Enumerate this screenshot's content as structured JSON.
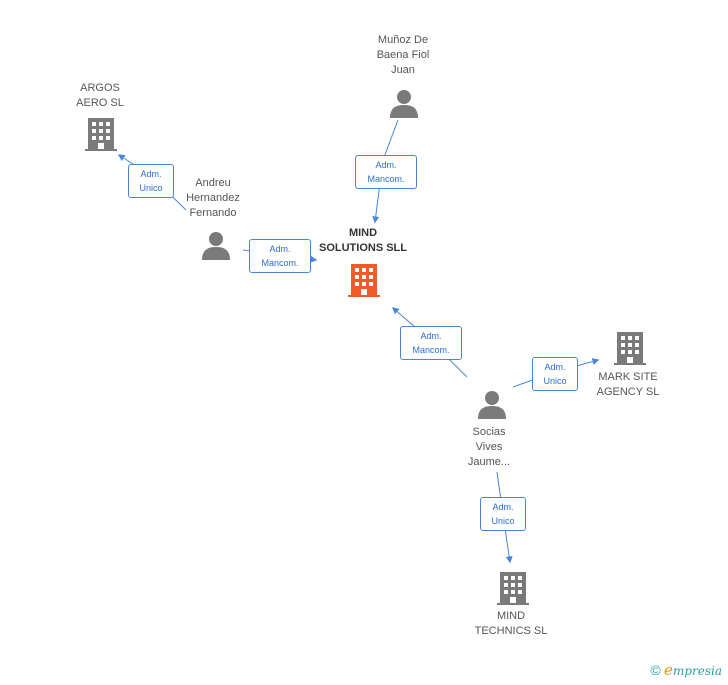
{
  "colors": {
    "edge": "#4a86d8",
    "person": "#7a7a7a",
    "company": "#7a7a7a",
    "main_company": "#f05a28"
  },
  "nodes": {
    "mind_solutions": {
      "label": "MIND\nSOLUTIONS SLL",
      "kind": "company",
      "main": true
    },
    "munoz": {
      "label": "Muñoz De\nBaena Fiol\nJuan",
      "kind": "person"
    },
    "argos": {
      "label": "ARGOS\nAERO SL",
      "kind": "company"
    },
    "andreu": {
      "label": "Andreu\nHernandez\nFernando",
      "kind": "person"
    },
    "socias": {
      "label": "Socias\nVives\nJaume...",
      "kind": "person"
    },
    "mark_site": {
      "label": "MARK SITE\nAGENCY  SL",
      "kind": "company"
    },
    "mind_technics": {
      "label": "MIND\nTECHNICS SL",
      "kind": "company"
    }
  },
  "edges": {
    "munoz_mind": {
      "label": "Adm.\nMancom."
    },
    "andreu_argos": {
      "label": "Adm.\nUnico"
    },
    "andreu_mind": {
      "label": "Adm.\nMancom."
    },
    "socias_mind": {
      "label": "Adm.\nMancom."
    },
    "socias_mark": {
      "label": "Adm.\nUnico"
    },
    "socias_technics": {
      "label": "Adm.\nUnico"
    }
  },
  "footer": {
    "copyright": "©",
    "brand_initial": "e",
    "brand_rest": "mpresia"
  }
}
